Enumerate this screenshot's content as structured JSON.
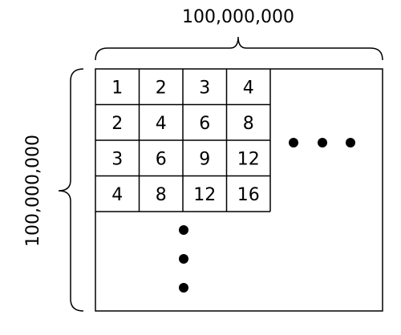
{
  "top_label": "100,000,000",
  "left_label": "100,000,000",
  "grid": [
    [
      "1",
      "2",
      "3",
      "4"
    ],
    [
      "2",
      "4",
      "6",
      "8"
    ],
    [
      "3",
      "6",
      "9",
      "12"
    ],
    [
      "4",
      "8",
      "12",
      "16"
    ]
  ],
  "ellipsis_horizontal": "• • •",
  "ellipsis_vertical": "⋮",
  "colors": {
    "stroke": "#000000",
    "background": "#ffffff"
  }
}
